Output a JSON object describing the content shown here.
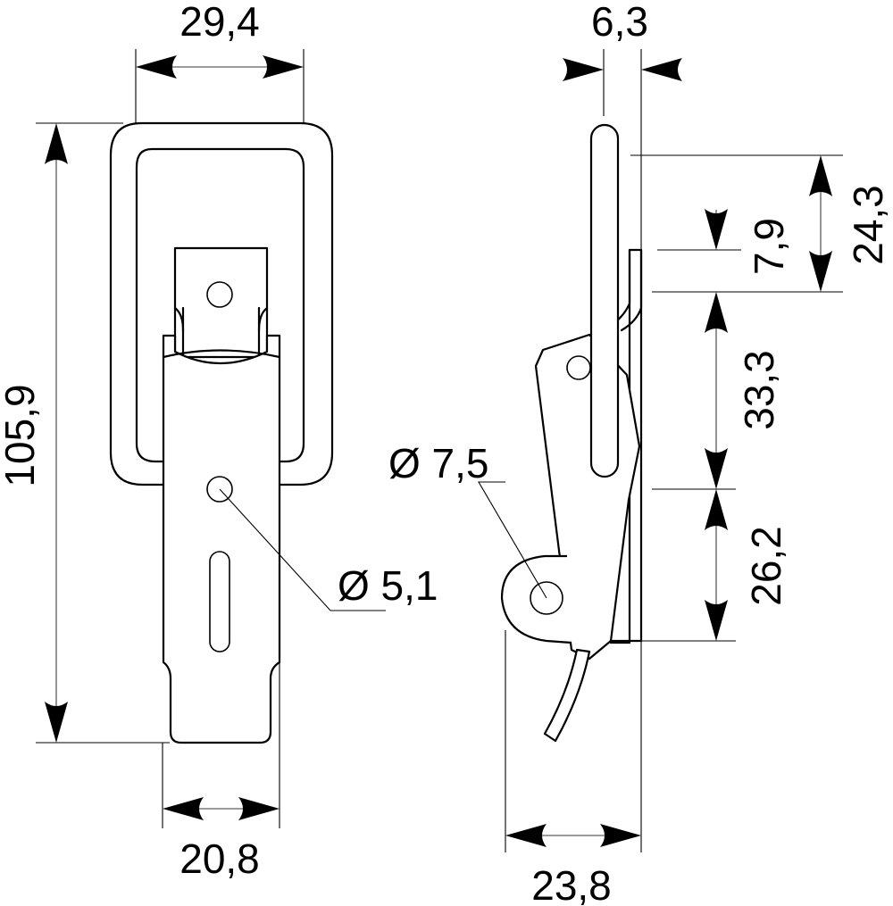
{
  "dimensions": {
    "front_loop_width": "29,4",
    "front_overall_height": "105,9",
    "front_plate_width": "20,8",
    "front_hole_diameter": "Ø 5,1",
    "side_thickness": "6,3",
    "side_top_offset": "24,3",
    "side_hook_height": "7,9",
    "side_mid_span": "33,3",
    "side_base_span": "26,2",
    "side_pivot_diameter": "Ø 7,5",
    "side_depth": "23,8"
  }
}
